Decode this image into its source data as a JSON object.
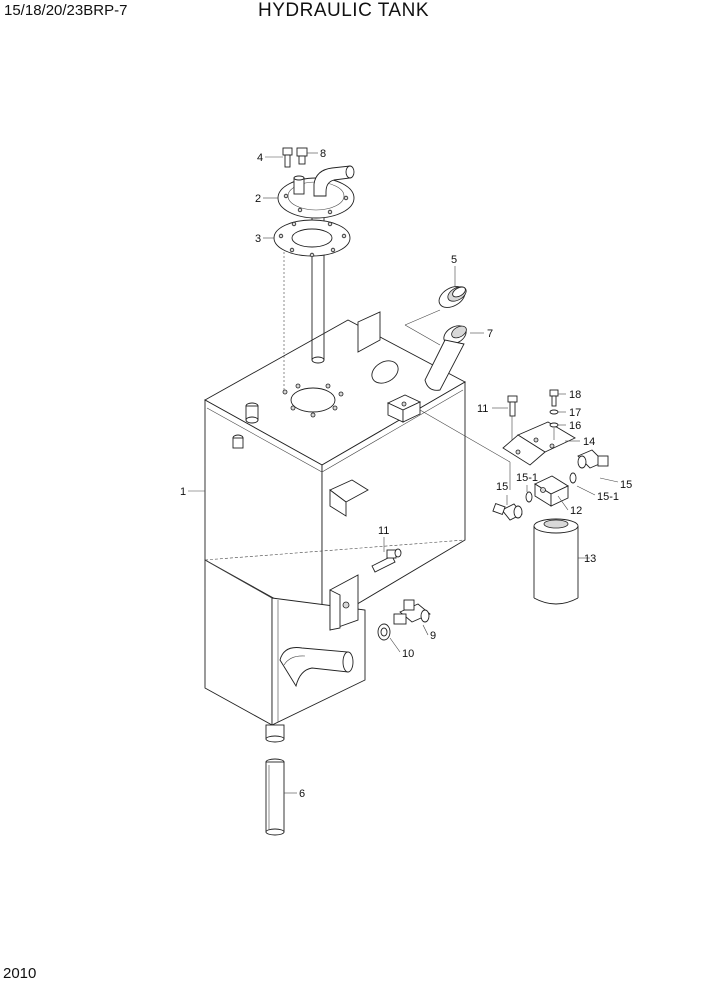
{
  "header": {
    "model": "15/18/20/23BRP-7",
    "title": "HYDRAULIC TANK"
  },
  "footer": {
    "page_number": "2010"
  },
  "callouts": [
    {
      "id": "c1",
      "text": "1"
    },
    {
      "id": "c2",
      "text": "2"
    },
    {
      "id": "c3",
      "text": "3"
    },
    {
      "id": "c4",
      "text": "4"
    },
    {
      "id": "c5",
      "text": "5"
    },
    {
      "id": "c6",
      "text": "6"
    },
    {
      "id": "c7",
      "text": "7"
    },
    {
      "id": "c8",
      "text": "8"
    },
    {
      "id": "c9",
      "text": "9"
    },
    {
      "id": "c10",
      "text": "10"
    },
    {
      "id": "c11a",
      "text": "11"
    },
    {
      "id": "c11b",
      "text": "11"
    },
    {
      "id": "c12",
      "text": "12"
    },
    {
      "id": "c13",
      "text": "13"
    },
    {
      "id": "c14",
      "text": "14"
    },
    {
      "id": "c15a",
      "text": "15"
    },
    {
      "id": "c15b",
      "text": "15"
    },
    {
      "id": "c151a",
      "text": "15-1"
    },
    {
      "id": "c151b",
      "text": "15-1"
    },
    {
      "id": "c16",
      "text": "16"
    },
    {
      "id": "c17",
      "text": "17"
    },
    {
      "id": "c18",
      "text": "18"
    }
  ]
}
